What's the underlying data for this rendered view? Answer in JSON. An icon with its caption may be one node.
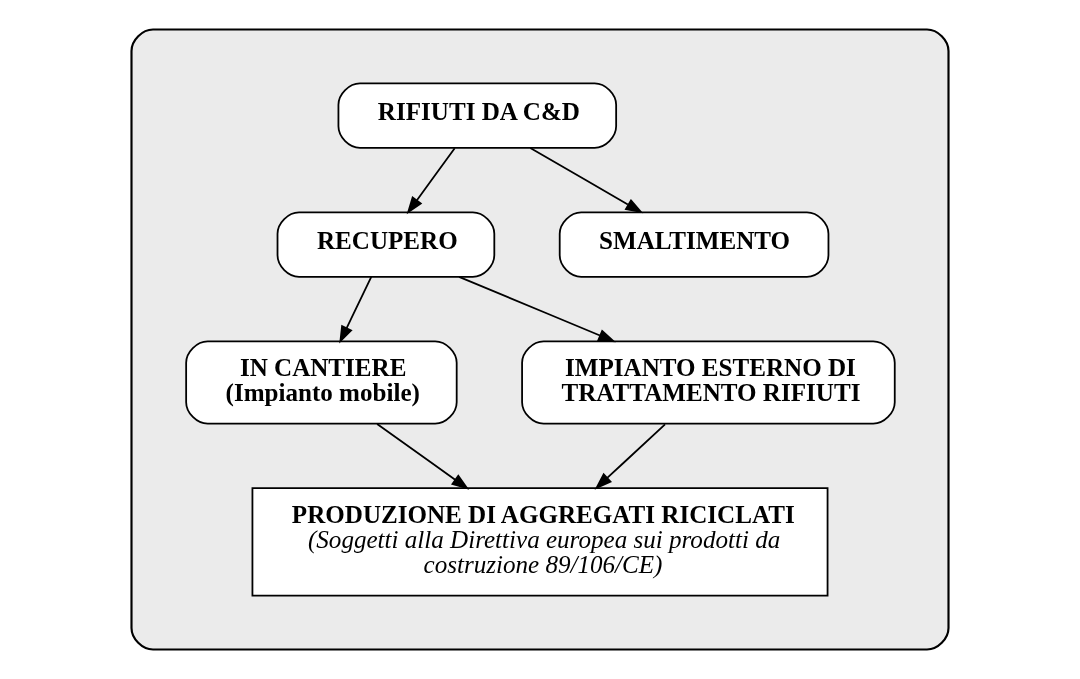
{
  "diagram": {
    "nodes": [
      {
        "text": [],
        "shape": "box"
      },
      {
        "text": [
          "RIFIUTI DA C&D"
        ],
        "in": 0
      },
      {
        "text": [
          "RECUPERO"
        ],
        "in": 0
      },
      {
        "text": [
          "SMALTIMENTO"
        ],
        "in": 0
      },
      {
        "text": [
          "IN CANTIERE",
          "(Impianto mobile)"
        ],
        "in": 0
      },
      {
        "text": [
          "IMPIANTO ESTERNO DI TRATTAMENTO RIFIUTI"
        ],
        "in": 0
      },
      {
        "text": [
          "PRODUZIONE DI AGGREGATI RICICLATI",
          "(Soggetti alla Direttiva europea sui prodotti da costruzione 89/106/CE)"
        ],
        "in": 0
      }
    ],
    "edges": [
      {
        "from": 1,
        "to": 2,
        "arrow": "to"
      },
      {
        "from": 1,
        "to": 3,
        "arrow": "to"
      },
      {
        "from": 2,
        "to": 4,
        "arrow": "to"
      },
      {
        "from": 2,
        "to": 5,
        "arrow": "to"
      },
      {
        "from": 4,
        "to": 6,
        "arrow": "to"
      },
      {
        "from": 5,
        "to": 6,
        "arrow": "to"
      }
    ]
  }
}
